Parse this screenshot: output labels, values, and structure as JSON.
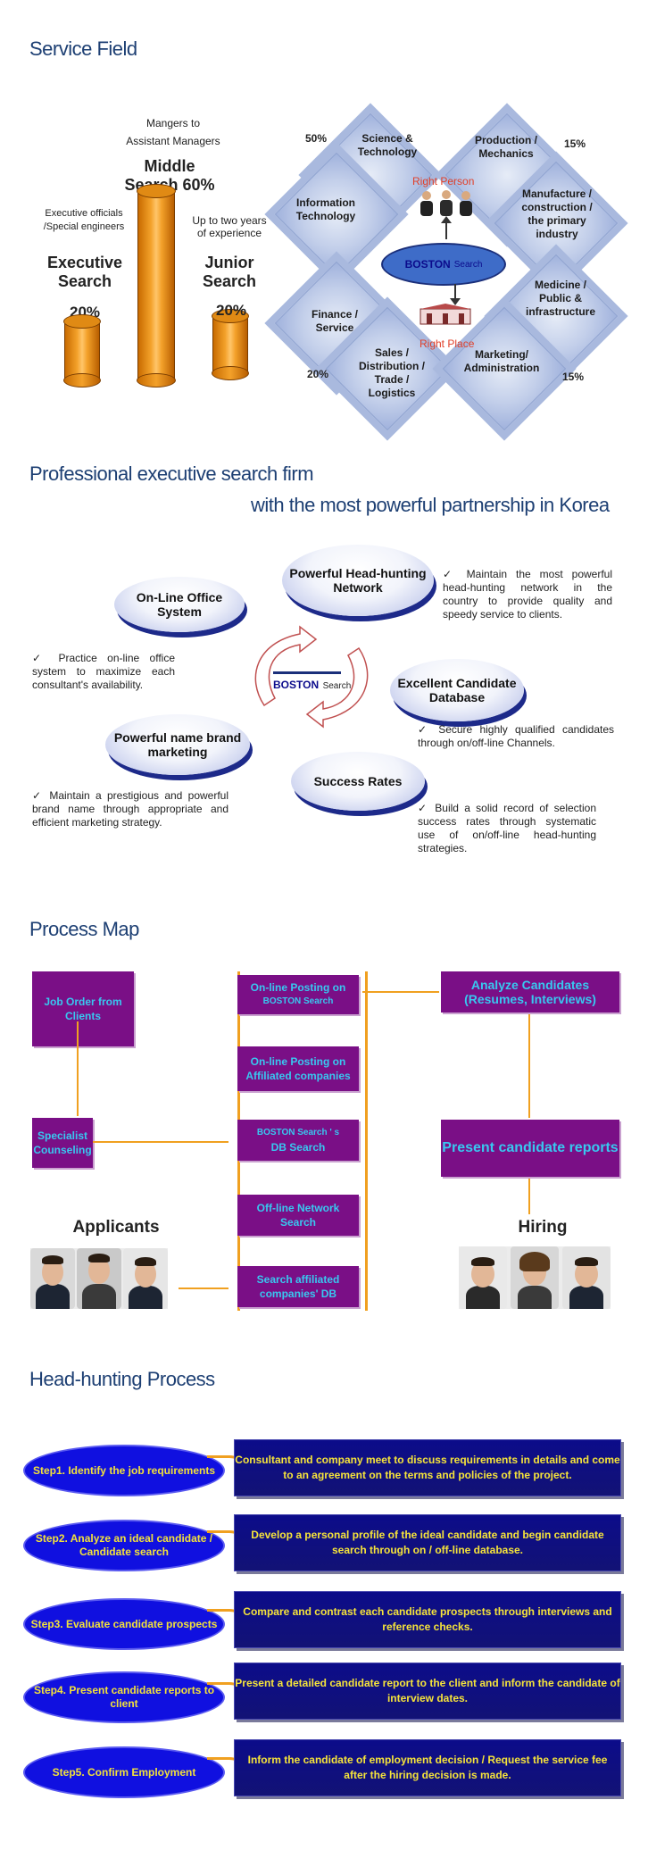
{
  "service_field": {
    "title": "Service Field",
    "middle_note_1": "Mangers to",
    "middle_note_2": "Assistant Managers",
    "middle_label_1": "Middle",
    "middle_label_2": "Search 60%",
    "exec_note_1": "Executive officials",
    "exec_note_2": "/Special engineers",
    "exec_label_1": "Executive",
    "exec_label_2": "Search",
    "exec_pct": "20%",
    "junior_note_1": "Up to two years",
    "junior_note_2": "of experience",
    "junior_label_1": "Junior",
    "junior_label_2": "Search",
    "junior_pct": "20%",
    "pct_tl": "50%",
    "pct_tr": "15%",
    "pct_bl": "20%",
    "pct_br": "15%",
    "d_science": "Science & Technology",
    "d_production": "Production / Mechanics",
    "d_info": "Information Technology",
    "d_manufacture": "Manufacture / construction / the primary industry",
    "d_finance": "Finance / Service",
    "d_medicine": "Medicine / Public & infrastructure",
    "d_sales": "Sales / Distribution / Trade / Logistics",
    "d_marketing": "Marketing/ Administration",
    "right_person": "Right Person",
    "right_place": "Right Place",
    "boston": "BOSTON",
    "search": "Search"
  },
  "partnership": {
    "title_1": "Professional executive search firm",
    "title_2": "with the most powerful partnership in Korea",
    "online": "On-Line Office System",
    "headhunting": "Powerful Head-hunting Network",
    "candidate_db": "Excellent Candidate Database",
    "brand": "Powerful name brand marketing",
    "success": "Success Rates",
    "center_boston": "BOSTON",
    "center_search": "Search",
    "text_headhunting": "Maintain the most powerful head-hunting network in the country to provide quality and speedy service to clients.",
    "text_online": "Practice on-line office system to maximize each consultant's availability.",
    "text_db": "Secure highly qualified candidates through on/off-line Channels.",
    "text_brand": "Maintain a prestigious and powerful brand name through appropriate and efficient marketing strategy.",
    "text_success": "Build a solid record of selection success rates through systematic use of on/off-line head-hunting strategies."
  },
  "process_map": {
    "title": "Process Map",
    "job_order": "Job Order from Clients",
    "specialist": "Specialist Counseling",
    "applicants": "Applicants",
    "online_posting": "On-line Posting on",
    "online_posting_2": "BOSTON Search",
    "affiliated": "On-line Posting on Affiliated companies",
    "db_search_1": "BOSTON Search ' s",
    "db_search_2": "DB Search",
    "offline": "Off-line Network Search",
    "search_affiliated": "Search affiliated companies' DB",
    "analyze": "Analyze Candidates (Resumes, Interviews)",
    "present": "Present candidate reports",
    "hiring": "Hiring"
  },
  "headhunting_process": {
    "title": "Head-hunting Process",
    "steps": [
      {
        "label": "Step1. Identify the job requirements",
        "desc": "Consultant and company meet to discuss requirements in details and come to an agreement on the terms and policies of the project."
      },
      {
        "label": "Step2. Analyze an ideal candidate / Candidate search",
        "desc": "Develop a personal profile of the ideal candidate and begin candidate search through on / off-line database."
      },
      {
        "label": "Step3. Evaluate candidate prospects",
        "desc": "Compare and contrast each candidate prospects through interviews and reference checks."
      },
      {
        "label": "Step4. Present candidate reports to client",
        "desc": "Present a detailed candidate report to the client and inform the candidate of interview dates."
      },
      {
        "label": "Step5. Confirm Employment",
        "desc": "Inform the candidate of employment decision / Request the service fee after the hiring decision is made."
      }
    ]
  },
  "colors": {
    "title": "#1d3f73",
    "orange": "#f3a12a",
    "purple": "#7a0f86",
    "cyan_text": "#38c8f0",
    "step_blue": "#1010e0",
    "step_text": "#f3e23a"
  }
}
